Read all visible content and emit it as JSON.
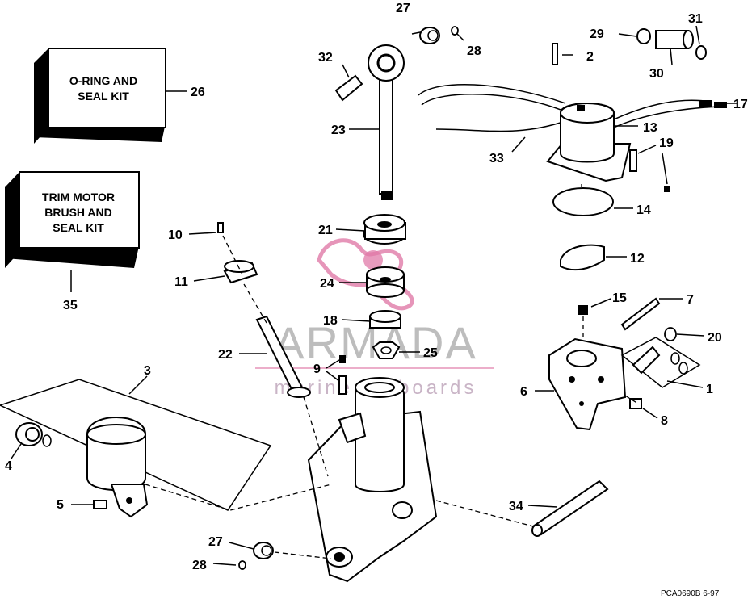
{
  "kits": [
    {
      "id": "kit-26",
      "line1": "O-RING AND",
      "line2": "SEAL KIT",
      "line3": "",
      "callout": "26"
    },
    {
      "id": "kit-35",
      "line1": "TRIM MOTOR",
      "line2": "BRUSH AND",
      "line3": "SEAL KIT",
      "callout": "35"
    }
  ],
  "callouts": {
    "c1": "1",
    "c2": "2",
    "c3": "3",
    "c4": "4",
    "c5": "5",
    "c6": "6",
    "c7": "7",
    "c8": "8",
    "c9": "9",
    "c10": "10",
    "c11": "11",
    "c12": "12",
    "c13": "13",
    "c14": "14",
    "c15": "15",
    "c17": "17",
    "c18": "18",
    "c19": "19",
    "c20": "20",
    "c21": "21",
    "c22": "22",
    "c23": "23",
    "c24": "24",
    "c25": "25",
    "c27a": "27",
    "c27b": "27",
    "c28a": "28",
    "c28b": "28",
    "c29": "29",
    "c30": "30",
    "c31": "31",
    "c32": "32",
    "c33": "33",
    "c34": "34"
  },
  "watermark": {
    "brand": "ARMADA",
    "tagline": "marine outboards",
    "logo_color": "#e07aa8"
  },
  "reference": "PCA0690B 6-97"
}
